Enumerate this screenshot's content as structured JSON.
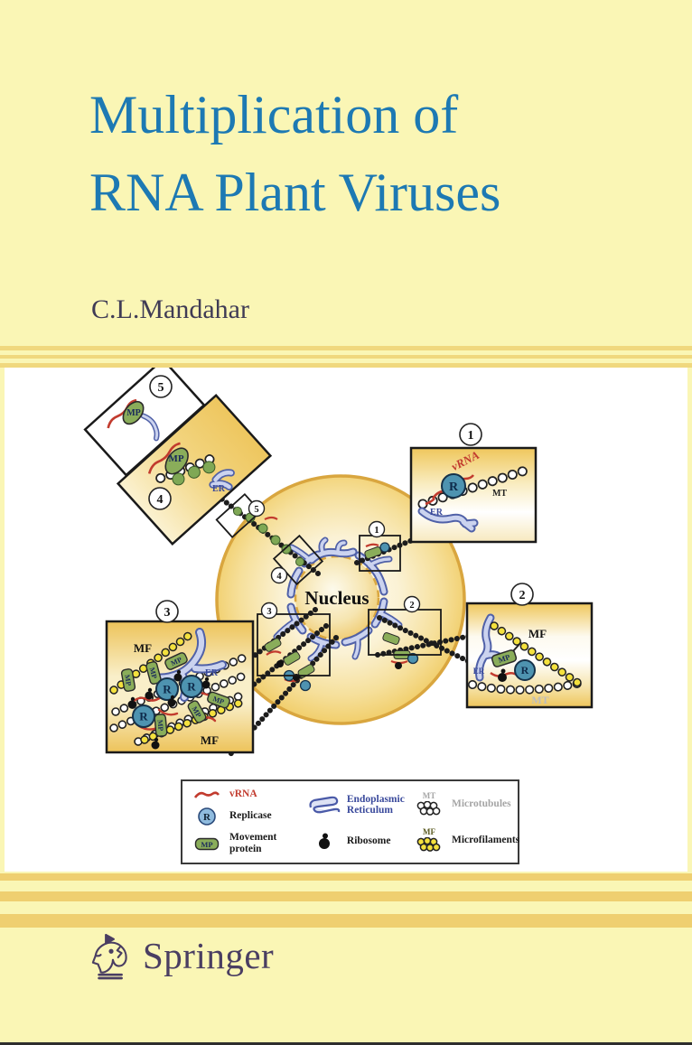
{
  "cover": {
    "title_line1": "Multiplication of",
    "title_line2": "RNA Plant Viruses",
    "author": "C.L.Mandahar",
    "publisher": "Springer"
  },
  "diagram": {
    "labels": {
      "nucleus": "Nucleus",
      "vrna": "vRNA",
      "replicase": "R",
      "er": "ER",
      "mt": "MT",
      "mf": "MF",
      "mp": "MP"
    },
    "callouts": {
      "n1": "1",
      "n2": "2",
      "n3": "3",
      "n4": "4",
      "n5": "5"
    },
    "legend": {
      "vrna": "vRNA",
      "r_icon": "R",
      "replicase": "Replicase",
      "mp_icon": "MP",
      "movement_protein": "Movement protein",
      "endoplasmic_reticulum": "Endoplasmic Reticulum",
      "ribosome": "Ribosome",
      "mt_abbr": "MT",
      "microtubules": "Microtubules",
      "mf_abbr": "MF",
      "microfilaments": "Microfilaments"
    },
    "colors": {
      "title_blue": "#1D79B3",
      "stripe_gold": "#F0D87E",
      "vrna_red": "#C23B2E",
      "er_blue": "#5061A8",
      "mp_green": "#8AAD5A",
      "replicase_teal": "#4E93B0",
      "microfilament_yellow": "#F4E13E",
      "cell_gold": "#EFC75C",
      "background": "#FAF6B5"
    }
  }
}
